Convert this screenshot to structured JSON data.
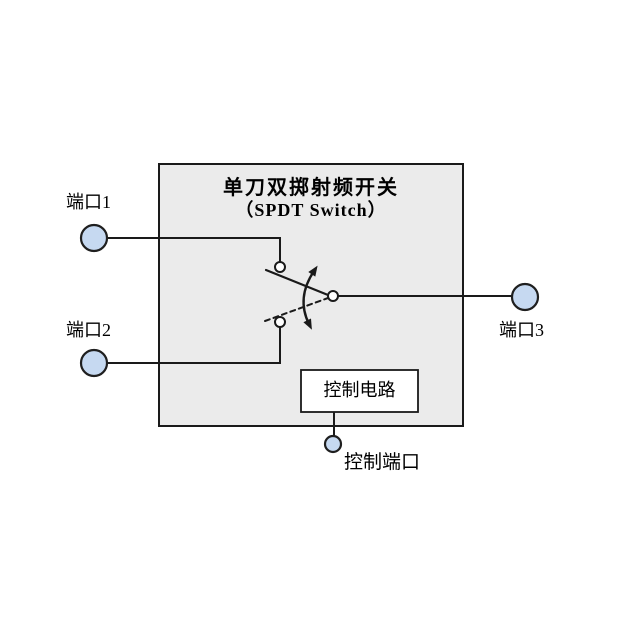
{
  "diagram": {
    "title": {
      "line1": "单刀双掷射频开关",
      "line2": "（SPDT Switch）"
    },
    "labels": {
      "port1": "端口1",
      "port2": "端口2",
      "port3": "端口3",
      "control_port": "控制端口",
      "control_circuit": "控制电路"
    },
    "colors": {
      "body_fill": "#ebebeb",
      "body_stroke": "#1a1a1a",
      "terminal_fill": "#c6d9f1",
      "terminal_stroke": "#1f1f1f",
      "contact_fill": "#ffffff",
      "control_box_fill": "#ffffff",
      "line": "#1a1a1a",
      "text": "#000000",
      "background": "#ffffff"
    }
  }
}
